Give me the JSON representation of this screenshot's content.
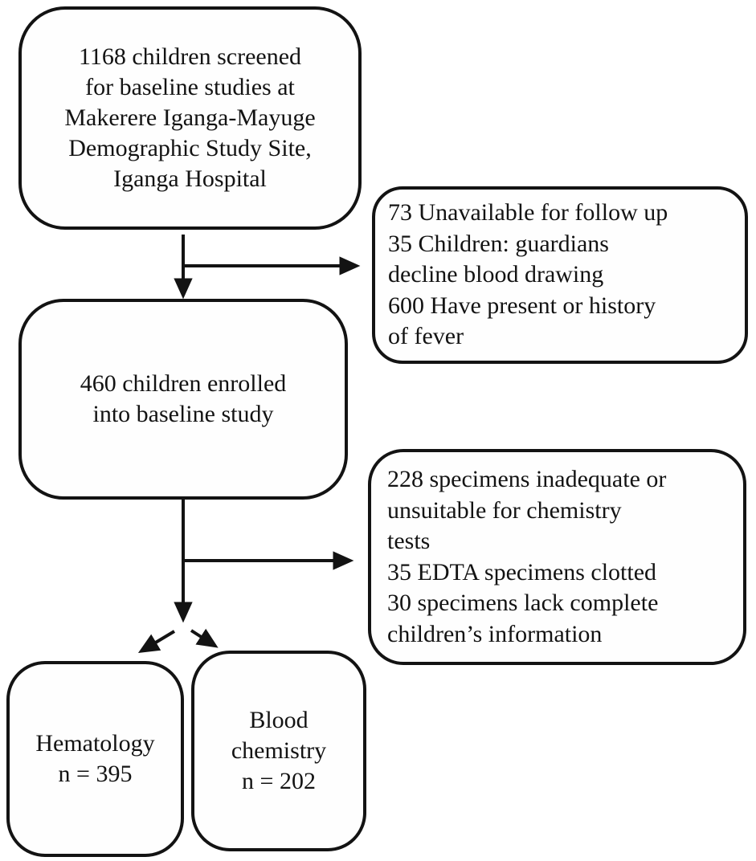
{
  "figure": {
    "type": "flowchart",
    "colors": {
      "ink": "#131313",
      "background": "#ffffff"
    },
    "nodes": {
      "screened": {
        "text": "1168 children screened\nfor baseline studies at\nMakerere Iganga-Mayuge\nDemographic Study Site,\nIganga Hospital"
      },
      "excluded_followup": {
        "text": "73 Unavailable for follow up\n35 Children: guardians\ndecline blood drawing\n600 Have present or history\nof fever"
      },
      "enrolled": {
        "text": "460 children enrolled\ninto baseline study"
      },
      "excluded_specimens": {
        "text": "228 specimens inadequate or\nunsuitable for chemistry\ntests\n35 EDTA specimens clotted\n30 specimens lack complete\nchildren’s information"
      },
      "hematology": {
        "text": "Hematology\nn = 395"
      },
      "blood_chemistry": {
        "text": "Blood\nchemistry\nn = 202"
      }
    },
    "edges": [
      {
        "from": "screened",
        "to": "enrolled"
      },
      {
        "from": "screened",
        "to": "excluded_followup"
      },
      {
        "from": "enrolled",
        "to": "split"
      },
      {
        "from": "enrolled",
        "to": "excluded_specimens"
      },
      {
        "from": "split",
        "to": "hematology"
      },
      {
        "from": "split",
        "to": "blood_chemistry"
      }
    ]
  }
}
